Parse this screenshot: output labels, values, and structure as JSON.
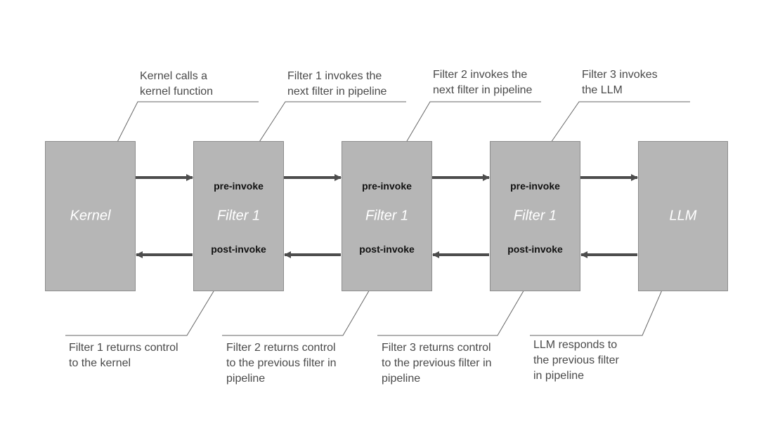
{
  "boxes": [
    {
      "id": "kernel",
      "title": "Kernel",
      "pre": "",
      "post": ""
    },
    {
      "id": "filter-a",
      "title": "Filter 1",
      "pre": "pre-invoke",
      "post": "post-invoke"
    },
    {
      "id": "filter-b",
      "title": "Filter 1",
      "pre": "pre-invoke",
      "post": "post-invoke"
    },
    {
      "id": "filter-c",
      "title": "Filter 1",
      "pre": "pre-invoke",
      "post": "post-invoke"
    },
    {
      "id": "llm",
      "title": "LLM",
      "pre": "",
      "post": ""
    }
  ],
  "top_notes": [
    "Kernel calls a\nkernel function",
    "Filter 1 invokes the\nnext filter in pipeline",
    "Filter 2 invokes the\nnext filter in pipeline",
    "Filter 3 invokes\nthe LLM"
  ],
  "bottom_notes": [
    "Filter 1 returns control\nto the kernel",
    "Filter 2 returns control\nto the previous filter in\npipeline",
    "Filter 3 returns control\nto the previous filter in\npipeline",
    "LLM responds to\nthe previous filter\nin pipeline"
  ],
  "colors": {
    "box_fill": "#b6b6b6",
    "box_border": "#8d8d8d",
    "arrow": "#4d4d4d",
    "leader_line": "#666666",
    "note_text": "#4a4a4a"
  }
}
